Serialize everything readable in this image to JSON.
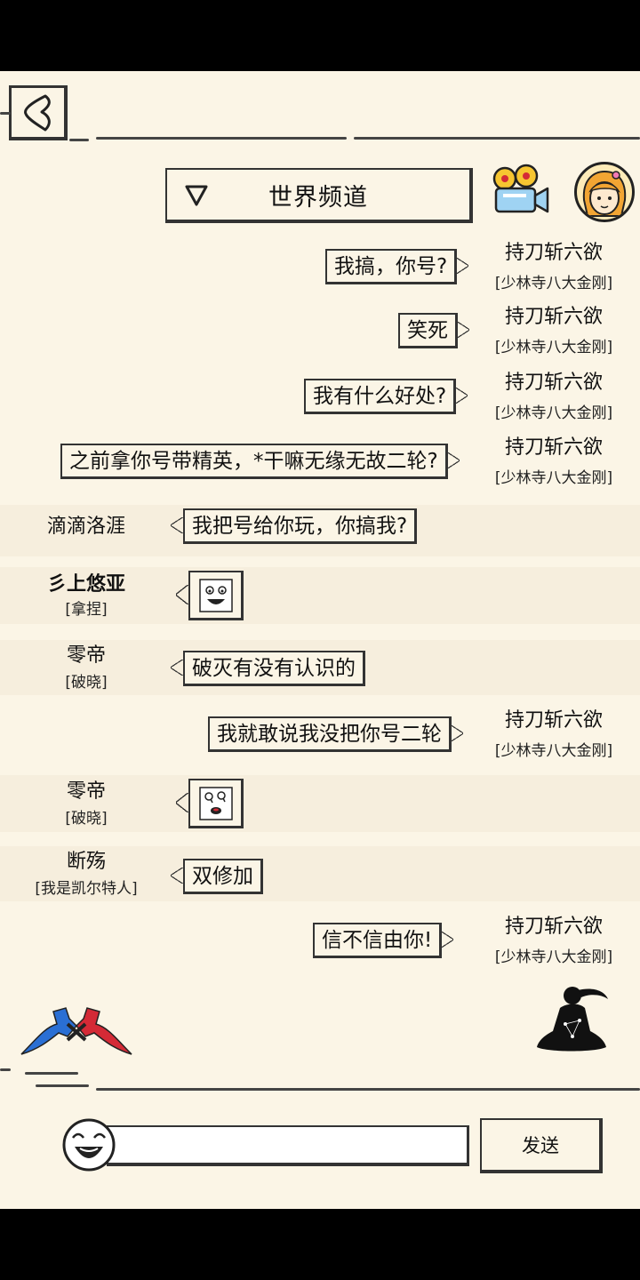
{
  "header": {
    "channel_title": "世界频道"
  },
  "messages": [
    {
      "side": "right",
      "name": "持刀斩六欲",
      "group": "[少林寺八大金刚]",
      "text": "我搞，你号?"
    },
    {
      "side": "right",
      "name": "持刀斩六欲",
      "group": "[少林寺八大金刚]",
      "text": "笑死"
    },
    {
      "side": "right",
      "name": "持刀斩六欲",
      "group": "[少林寺八大金刚]",
      "text": "我有什么好处?"
    },
    {
      "side": "right",
      "name": "持刀斩六欲",
      "group": "[少林寺八大金刚]",
      "text": "之前拿你号带精英，*干嘛无缘无故二轮?"
    },
    {
      "side": "left",
      "name": "滴滴洛涯",
      "group": "",
      "text": "我把号给你玩，你搞我?"
    },
    {
      "side": "left",
      "name": "彡上悠亚",
      "group": "[拿捏]",
      "text": ""
    },
    {
      "side": "left",
      "name": "零帝",
      "group": "[破晓]",
      "text": "破灭有没有认识的"
    },
    {
      "side": "right",
      "name": "持刀斩六欲",
      "group": "[少林寺八大金刚]",
      "text": "我就敢说我没把你号二轮"
    },
    {
      "side": "left",
      "name": "零帝",
      "group": "[破晓]",
      "text": ""
    },
    {
      "side": "left",
      "name": "断殇",
      "group": "[我是凯尔特人]",
      "text": "双修加"
    },
    {
      "side": "right",
      "name": "持刀斩六欲",
      "group": "[少林寺八大金刚]",
      "text": "信不信由你!"
    }
  ],
  "composer": {
    "input_value": "",
    "send_label": "发送"
  },
  "colors": {
    "background": "#fbf5e6",
    "ink": "#333333",
    "mode_red": "#d42a36",
    "mode_blue": "#2a6fd4"
  }
}
